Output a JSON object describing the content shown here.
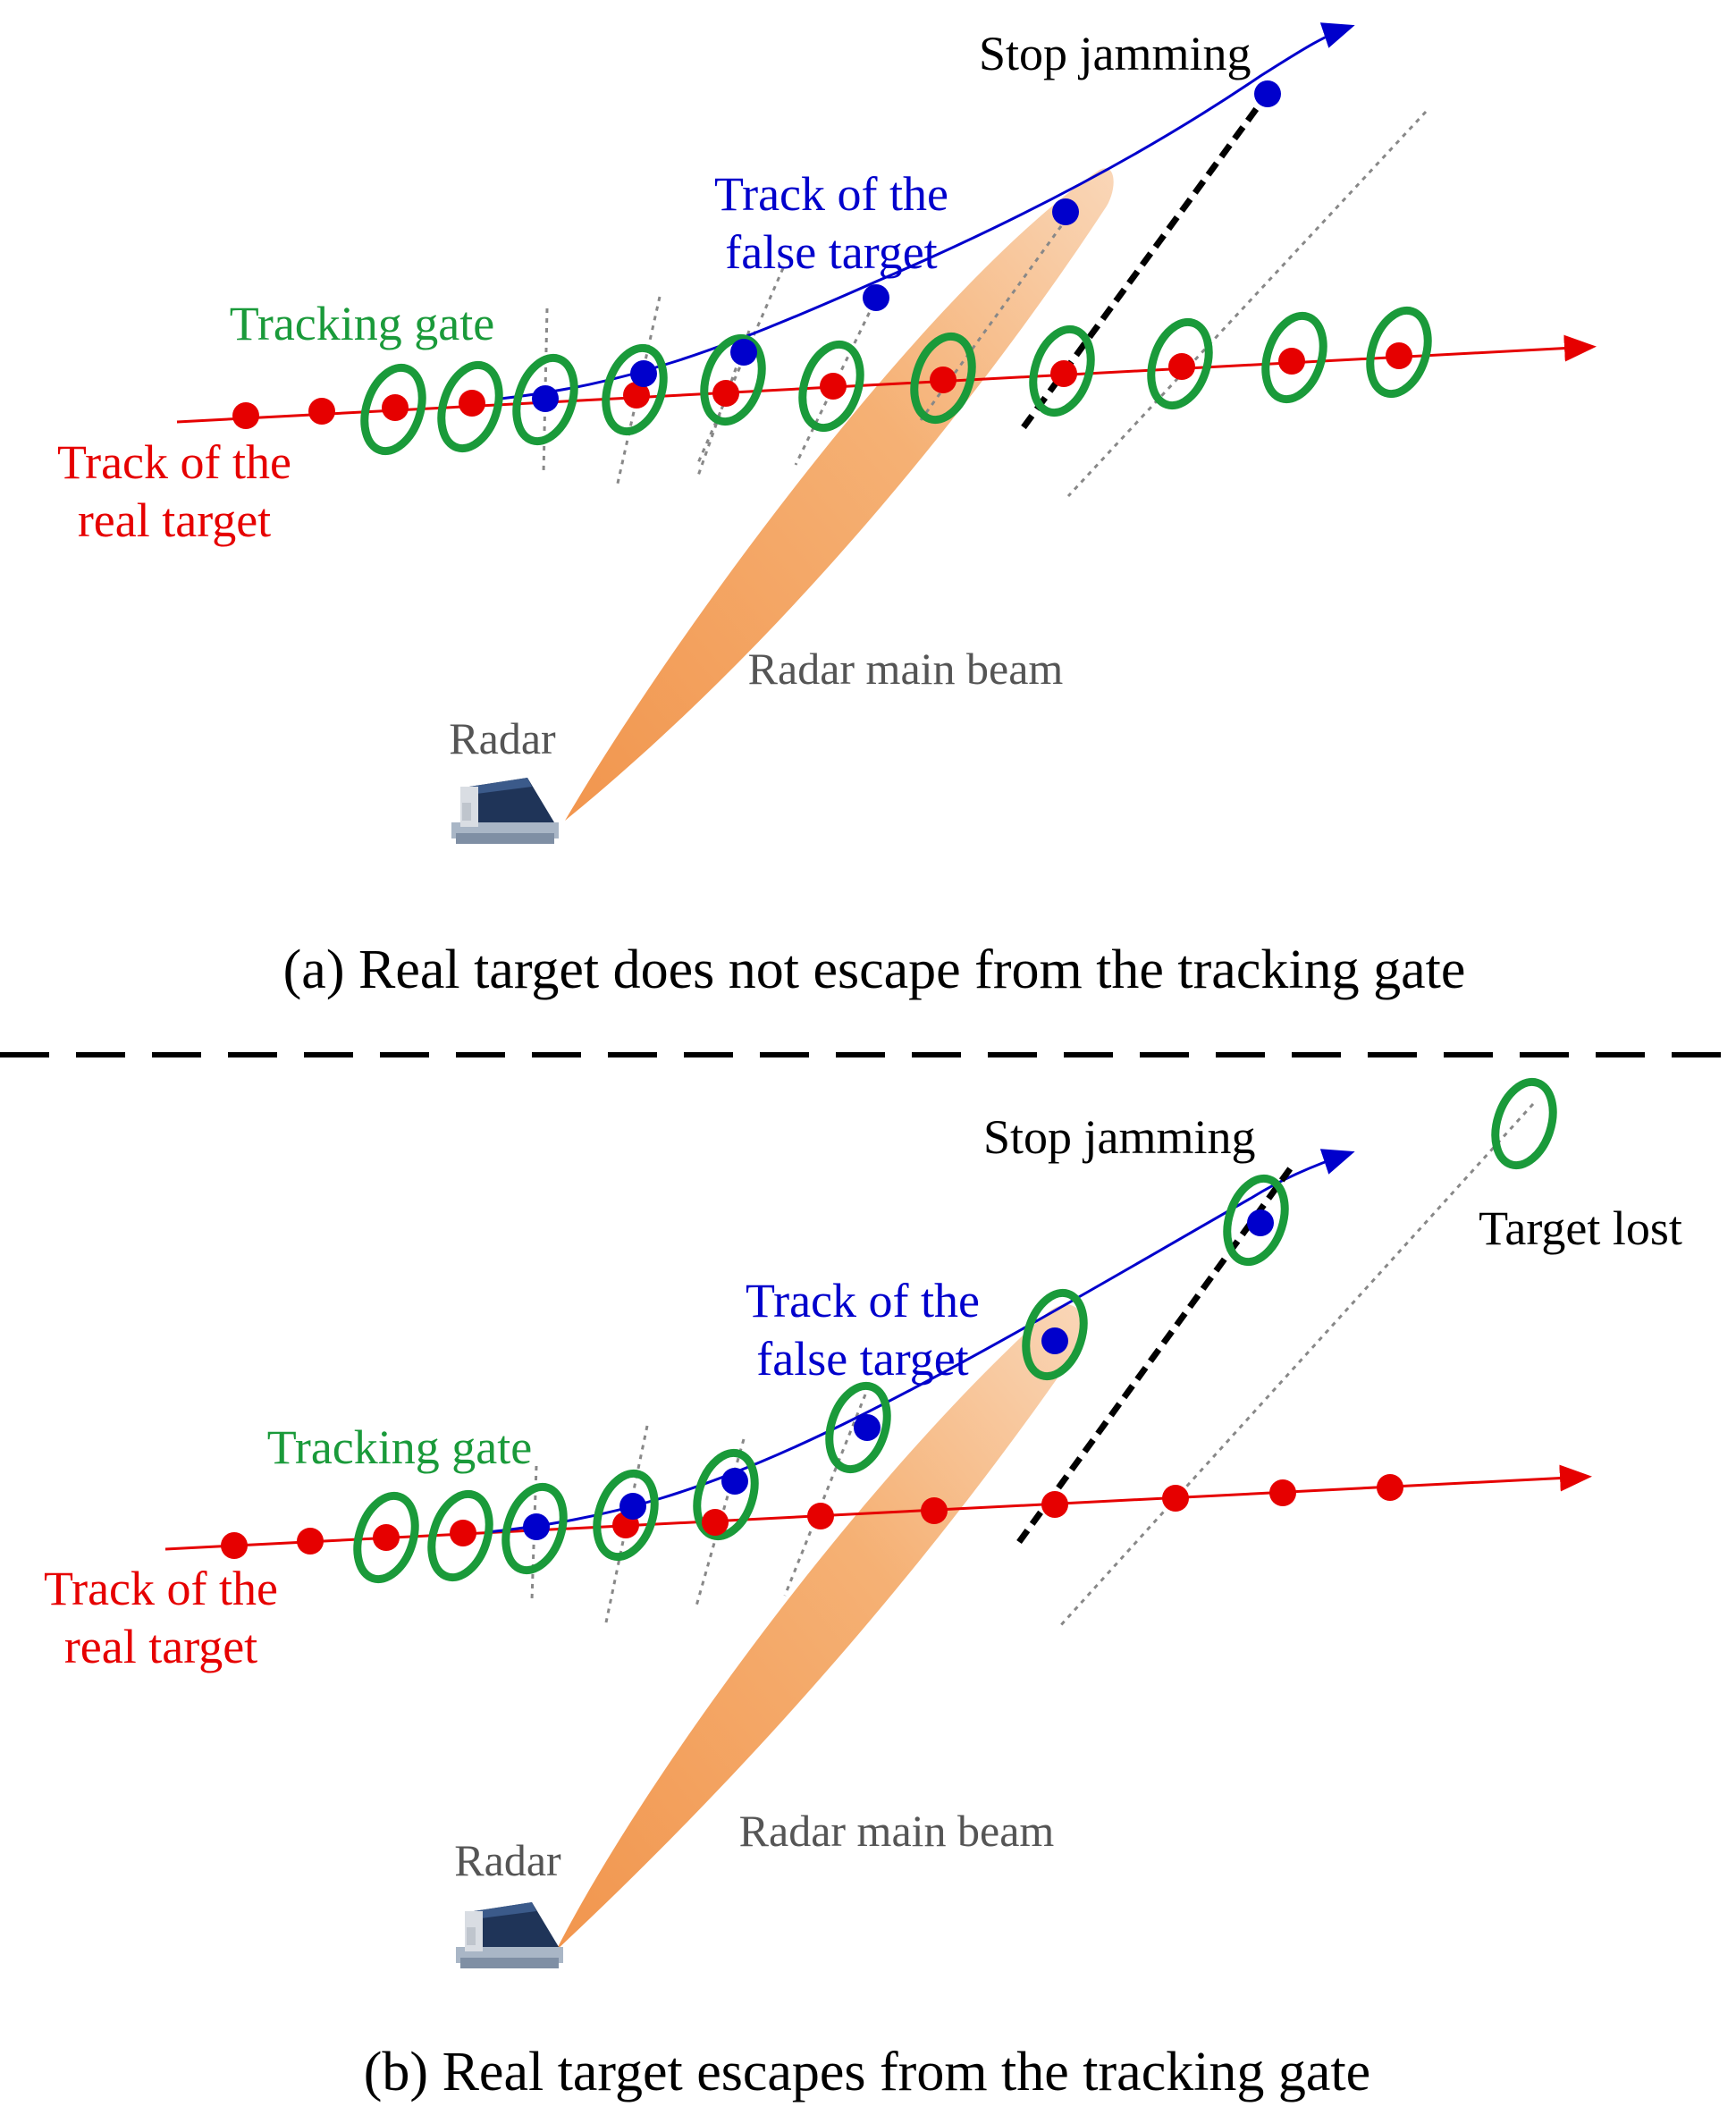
{
  "panel_a": {
    "caption": "(a)  Real target does not escape from  the tracking gate",
    "stop_jamming": "Stop jamming",
    "false_track_line1": "Track of the",
    "false_track_line2": "false target",
    "tracking_gate": "Tracking gate",
    "real_track_line1": "Track of the",
    "real_track_line2": "real target",
    "beam_label": "Radar main beam",
    "radar_label": "Radar"
  },
  "panel_b": {
    "caption": "(b) Real target escapes from the tracking gate",
    "stop_jamming": "Stop jamming",
    "target_lost": "Target lost",
    "false_track_line1": "Track of the",
    "false_track_line2": "false target",
    "tracking_gate": "Tracking gate",
    "real_track_line1": "Track of the",
    "real_track_line2": "real target",
    "beam_label": "Radar main beam",
    "radar_label": "Radar"
  },
  "colors": {
    "real_track": "#e60000",
    "false_track": "#0000cc",
    "gate": "#1a9a3a",
    "beam": "#f4a05a",
    "stop_line": "#000000"
  }
}
